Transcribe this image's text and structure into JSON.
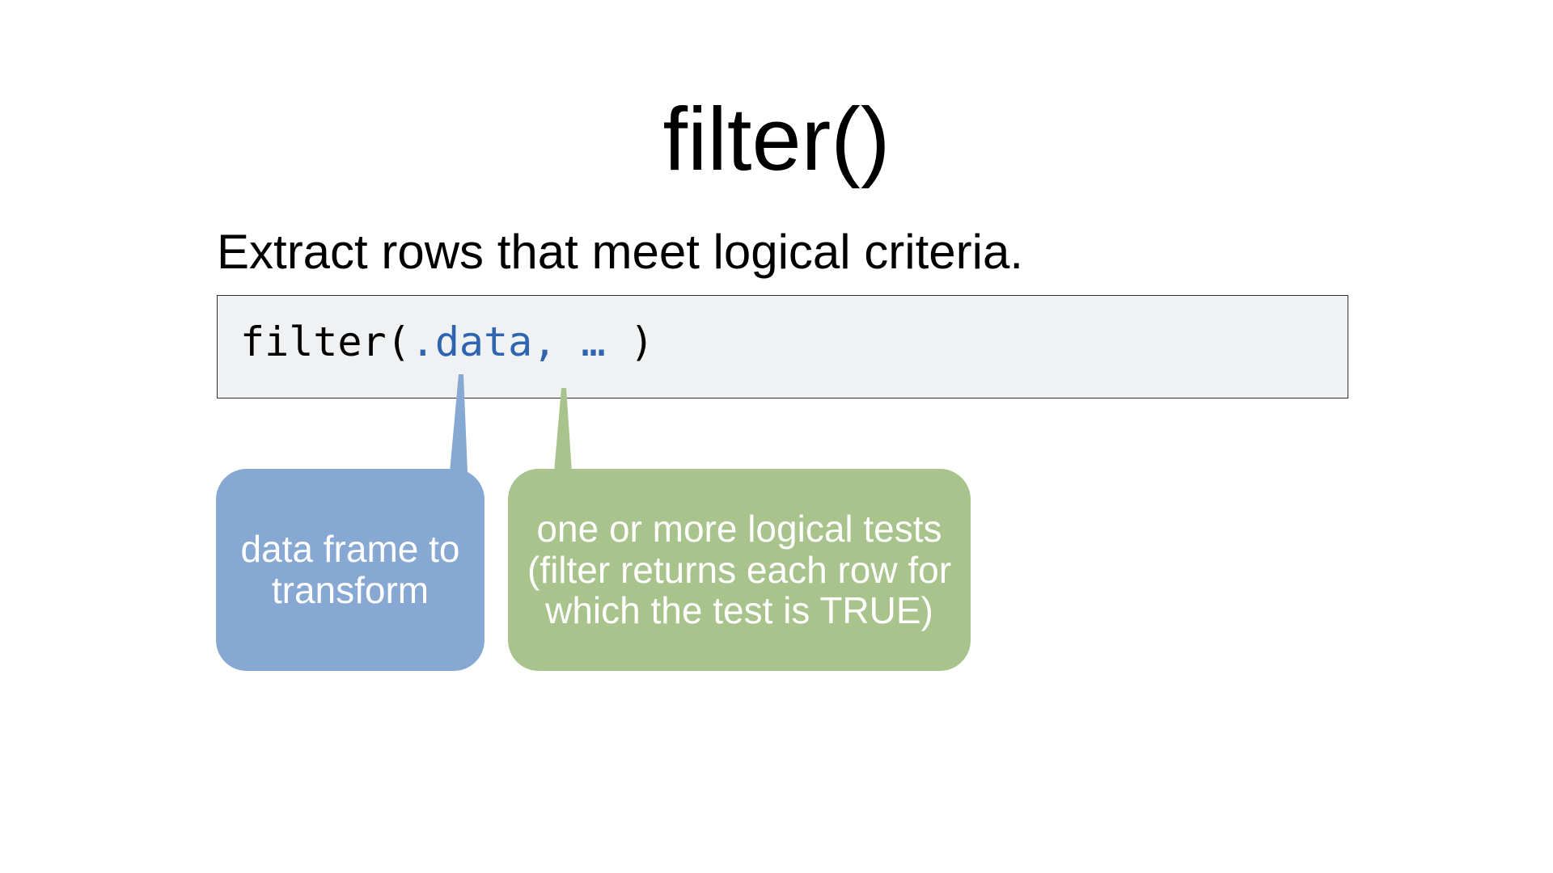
{
  "title": "filter()",
  "subtitle": "Extract rows that meet logical criteria.",
  "code": {
    "func": "filter(",
    "arg_data": ".data",
    "sep": ", ",
    "arg_dots": "…",
    "close": " )"
  },
  "callouts": [
    {
      "line1": "data frame to",
      "line2": "transform",
      "color": "#86a8d2"
    },
    {
      "line1": "one or more logical tests",
      "line2": "(filter returns each row for",
      "line3": "which the test is TRUE)",
      "color": "#a8c38b"
    }
  ]
}
